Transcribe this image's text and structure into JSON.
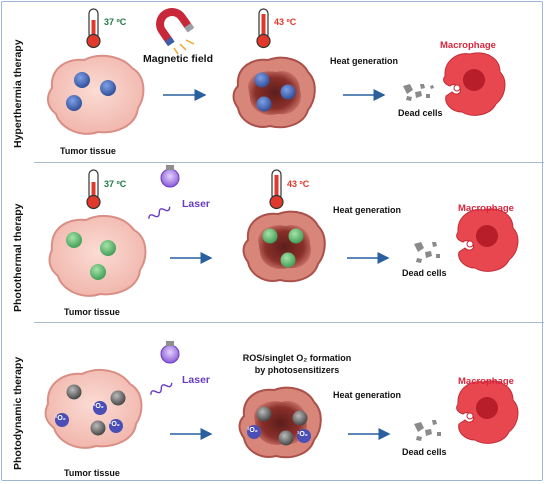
{
  "rows": [
    {
      "label": "Hyperthermia therapy",
      "temp_start": "37 ºC",
      "stimulus": "Magnetic field",
      "temp_end": "43 ºC",
      "tissue_label": "Tumor tissue",
      "process": "Heat generation",
      "macrophage": "Macrophage",
      "dead_cells": "Dead cells",
      "particle_color": "#3f5fa8"
    },
    {
      "label": "Photothermal therapy",
      "temp_start": "37 ºC",
      "stimulus": "Laser",
      "temp_end": "43 ºC",
      "tissue_label": "Tumor tissue",
      "process": "Heat generation",
      "macrophage": "Macrophage",
      "dead_cells": "Dead cells",
      "particle_color": "#4fae63"
    },
    {
      "label": "Photodynamic therapy",
      "stimulus": "Laser",
      "ros_line1": "ROS/singlet O₂ formation",
      "ros_line2": "by photosensitizers",
      "tissue_label": "Tumor tissue",
      "process": "Heat generation",
      "macrophage": "Macrophage",
      "dead_cells": "Dead cells",
      "singlet_oxygen": "¹O₂",
      "particle_color": "#5a5a5a"
    }
  ],
  "colors": {
    "tumor_fill": "#f6c9c0",
    "tumor_edge": "#d98f86",
    "hot_tumor": "#b24a42",
    "macrophage": "#e8474f",
    "arrow": "#2a5fa0",
    "oxygen_badge": "#4b4fb5"
  }
}
